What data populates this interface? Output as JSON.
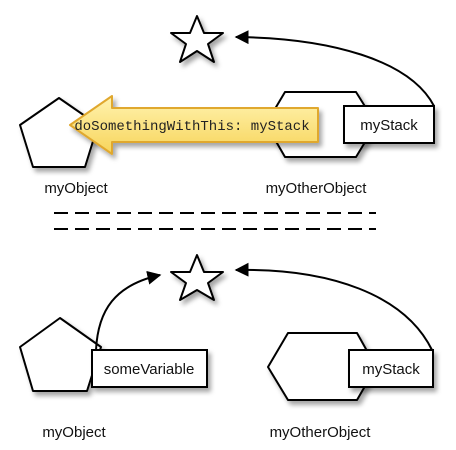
{
  "top": {
    "left_object_label": "myObject",
    "right_object_label": "myOtherObject",
    "message_text": "doSomethingWithThis: myStack",
    "reference_box_label": "myStack"
  },
  "bottom": {
    "left_object_label": "myObject",
    "right_object_label": "myOtherObject",
    "left_reference_box_label": "someVariable",
    "right_reference_box_label": "myStack"
  },
  "colors": {
    "message_fill": "#fce27a",
    "message_stroke": "#e0a82e"
  }
}
